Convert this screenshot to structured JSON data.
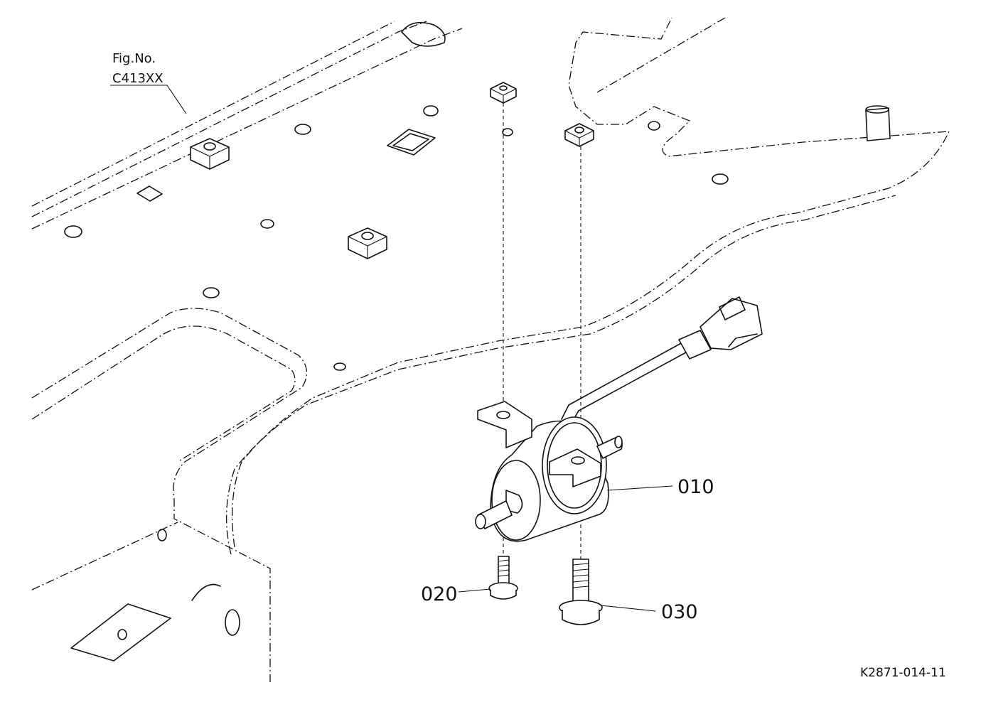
{
  "figure_reference": {
    "line1": "Fig.No.",
    "line2": "C413XX"
  },
  "callouts": [
    {
      "id": "010",
      "label": "010"
    },
    {
      "id": "020",
      "label": "020"
    },
    {
      "id": "030",
      "label": "030"
    }
  ],
  "drawing_code": "K2871-014-11"
}
